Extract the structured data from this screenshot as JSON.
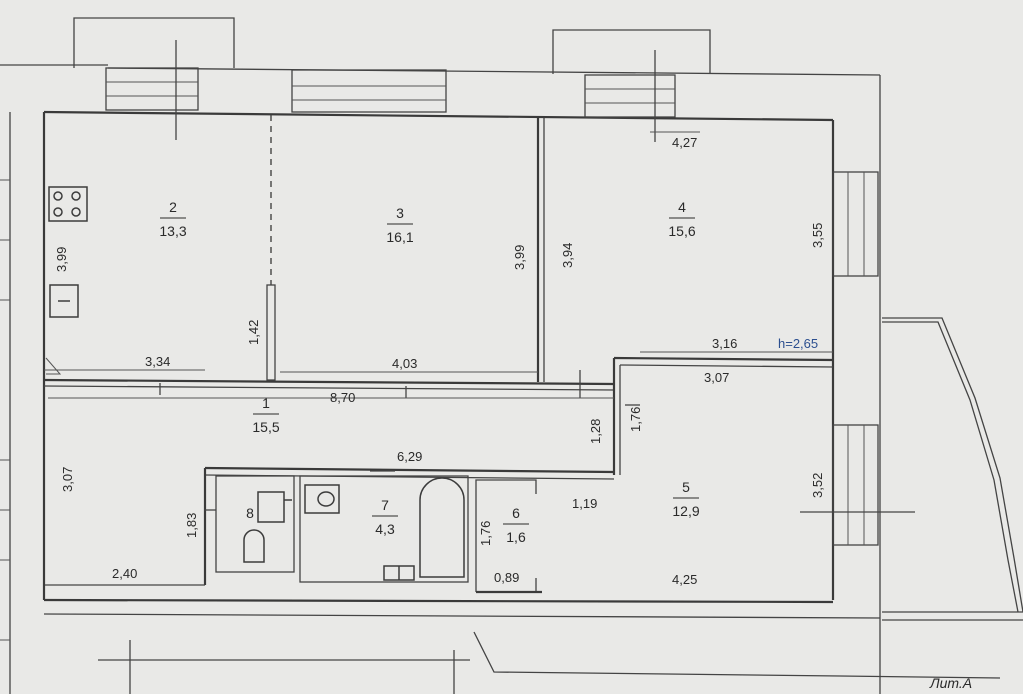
{
  "ceiling_height": {
    "text": "h=2,65",
    "color": "#2c4f8f"
  },
  "sheet_label": "Лит.А",
  "rooms": [
    {
      "number": "1",
      "area": "15,5"
    },
    {
      "number": "2",
      "area": "13,3"
    },
    {
      "number": "3",
      "area": "16,1"
    },
    {
      "number": "4",
      "area": "15,6"
    },
    {
      "number": "5",
      "area": "12,9"
    },
    {
      "number": "6",
      "area": "1,6"
    },
    {
      "number": "7",
      "area": "4,3"
    },
    {
      "number": "8",
      "area": ""
    }
  ],
  "dimensions": {
    "d_427": "4,27",
    "d_355": "3,55",
    "d_399_left": "3,99",
    "d_399_mid": "3,99",
    "d_394": "3,94",
    "d_142": "1,42",
    "d_334": "3,34",
    "d_403": "4,03",
    "d_316": "3,16",
    "d_307_right": "3,07",
    "d_870": "8,70",
    "d_128": "1,28",
    "d_176_a": "1,76",
    "d_629": "6,29",
    "d_307_left": "3,07",
    "d_352": "3,52",
    "d_119": "1,19",
    "d_183": "1,83",
    "d_176_b": "1,76",
    "d_240": "2,40",
    "d_089": "0,89",
    "d_425": "4,25"
  }
}
